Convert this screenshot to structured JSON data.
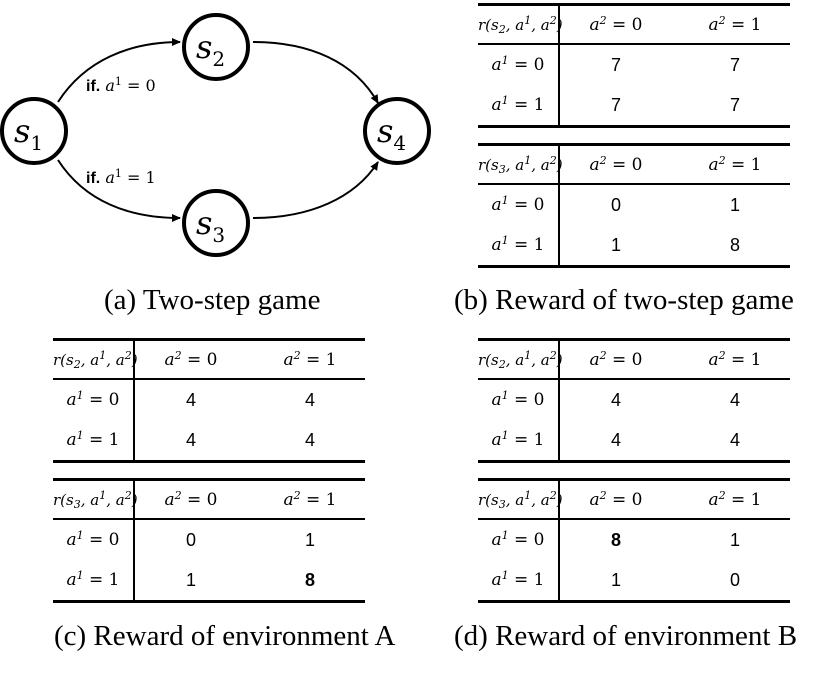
{
  "panels": {
    "a": {
      "caption": "(a) Two-step game",
      "nodes": {
        "s1": {
          "label": "s",
          "sub": "1"
        },
        "s2": {
          "label": "s",
          "sub": "2"
        },
        "s3": {
          "label": "s",
          "sub": "3"
        },
        "s4": {
          "label": "s",
          "sub": "4"
        }
      },
      "edges": {
        "top_label_if": "if.",
        "top_label_expr": "a",
        "top_label_sup": "1",
        "top_label_rest": " = 0",
        "bottom_label_if": "if.",
        "bottom_label_expr": "a",
        "bottom_label_sup": "1",
        "bottom_label_rest": " = 1"
      }
    },
    "b": {
      "caption": "(b) Reward of two-step game",
      "tables": [
        {
          "state": "2",
          "rows": [
            [
              "7",
              "7"
            ],
            [
              "7",
              "7"
            ]
          ],
          "bold": [
            [
              false,
              false
            ],
            [
              false,
              false
            ]
          ]
        },
        {
          "state": "3",
          "rows": [
            [
              "0",
              "1"
            ],
            [
              "1",
              "8"
            ]
          ],
          "bold": [
            [
              false,
              false
            ],
            [
              false,
              false
            ]
          ]
        }
      ]
    },
    "c": {
      "caption": "(c) Reward of environment A",
      "tables": [
        {
          "state": "2",
          "rows": [
            [
              "4",
              "4"
            ],
            [
              "4",
              "4"
            ]
          ],
          "bold": [
            [
              false,
              false
            ],
            [
              false,
              false
            ]
          ]
        },
        {
          "state": "3",
          "rows": [
            [
              "0",
              "1"
            ],
            [
              "1",
              "8"
            ]
          ],
          "bold": [
            [
              false,
              false
            ],
            [
              false,
              true
            ]
          ]
        }
      ]
    },
    "d": {
      "caption": "(d) Reward of environment B",
      "tables": [
        {
          "state": "2",
          "rows": [
            [
              "4",
              "4"
            ],
            [
              "4",
              "4"
            ]
          ],
          "bold": [
            [
              false,
              false
            ],
            [
              false,
              false
            ]
          ]
        },
        {
          "state": "3",
          "rows": [
            [
              "8",
              "1"
            ],
            [
              "1",
              "0"
            ]
          ],
          "bold": [
            [
              true,
              false
            ],
            [
              false,
              false
            ]
          ]
        }
      ]
    }
  },
  "table_header": {
    "r": "r(s",
    "args": ", a",
    "sup1": "1",
    "args2": ", a",
    "sup2": "2",
    "close": ")",
    "col0_a": "a",
    "col0_sup": "2",
    "col0_rest": " = 0",
    "col1_a": "a",
    "col1_sup": "2",
    "col1_rest": " = 1",
    "row0_a": "a",
    "row0_sup": "1",
    "row0_rest": " = 0",
    "row1_a": "a",
    "row1_sup": "1",
    "row1_rest": " = 1"
  }
}
